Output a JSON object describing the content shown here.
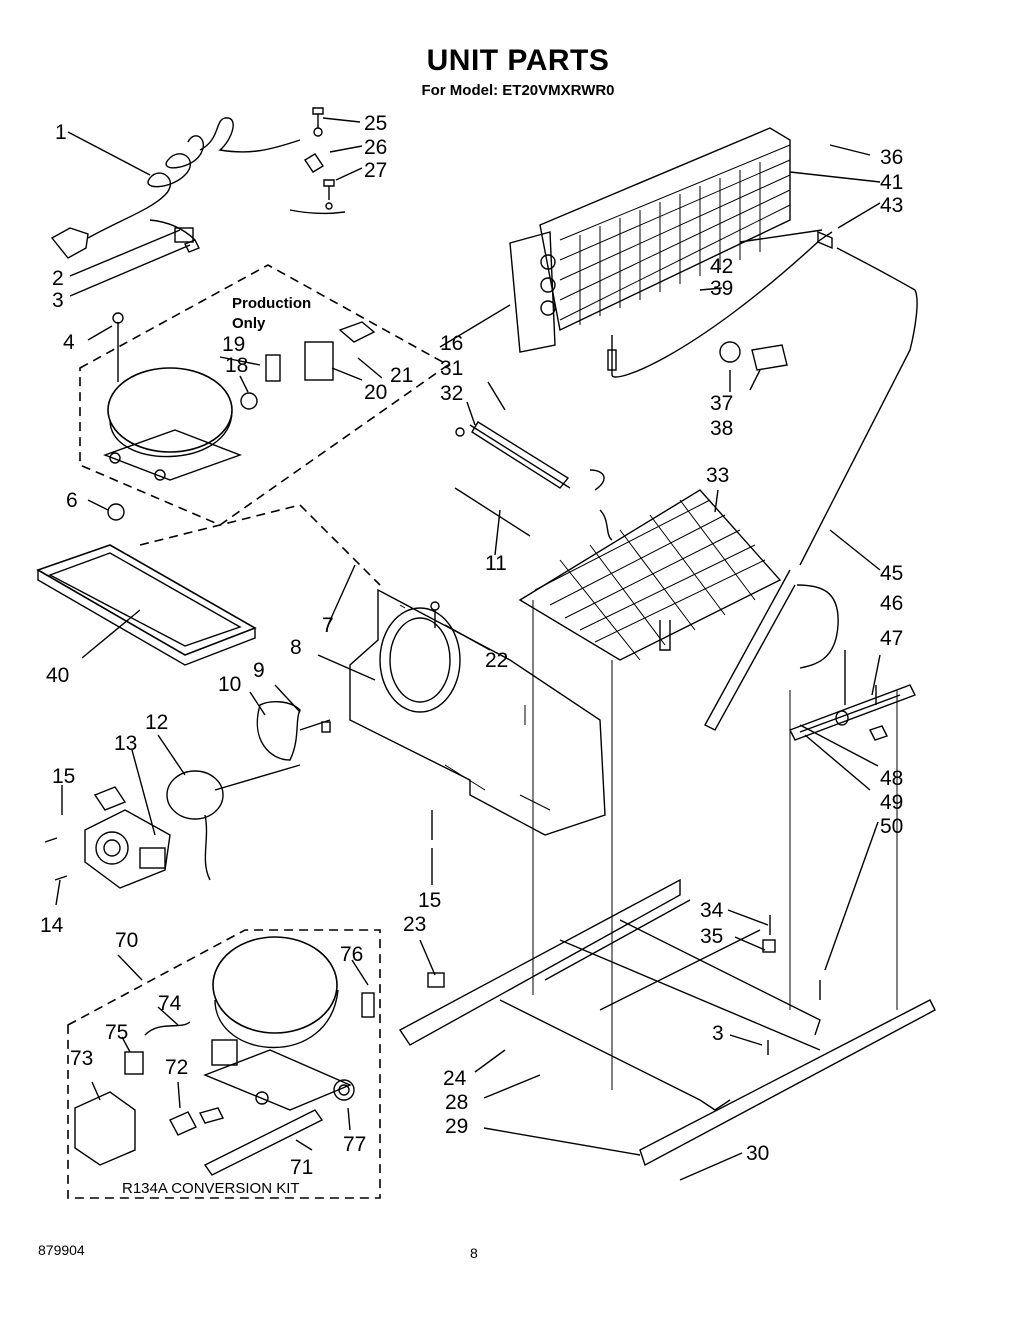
{
  "header": {
    "title": "UNIT PARTS",
    "subtitle": "For Model: ET20VMXRWR0"
  },
  "annotations": {
    "production_line1": "Production",
    "production_line2": "Only",
    "kit_label": "R134A  CONVERSION  KIT"
  },
  "callouts": {
    "c1": "1",
    "c2": "2",
    "c3": "3",
    "c3b": "3",
    "c4": "4",
    "c6": "6",
    "c7": "7",
    "c8": "8",
    "c9": "9",
    "c10": "10",
    "c11": "11",
    "c12": "12",
    "c13": "13",
    "c14": "14",
    "c15": "15",
    "c15b": "15",
    "c16": "16",
    "c18": "18",
    "c19": "19",
    "c20": "20",
    "c21": "21",
    "c22": "22",
    "c23": "23",
    "c24": "24",
    "c25": "25",
    "c26": "26",
    "c27": "27",
    "c28": "28",
    "c29": "29",
    "c30": "30",
    "c31": "31",
    "c32": "32",
    "c33": "33",
    "c34": "34",
    "c35": "35",
    "c36": "36",
    "c37": "37",
    "c38": "38",
    "c39": "39",
    "c40": "40",
    "c41": "41",
    "c42": "42",
    "c43": "43",
    "c45": "45",
    "c46": "46",
    "c47": "47",
    "c48": "48",
    "c49": "49",
    "c50": "50",
    "c70": "70",
    "c71": "71",
    "c72": "72",
    "c73": "73",
    "c74": "74",
    "c75": "75",
    "c76": "76",
    "c77": "77"
  },
  "footer": {
    "doc_number": "879904",
    "page_number": "8"
  }
}
